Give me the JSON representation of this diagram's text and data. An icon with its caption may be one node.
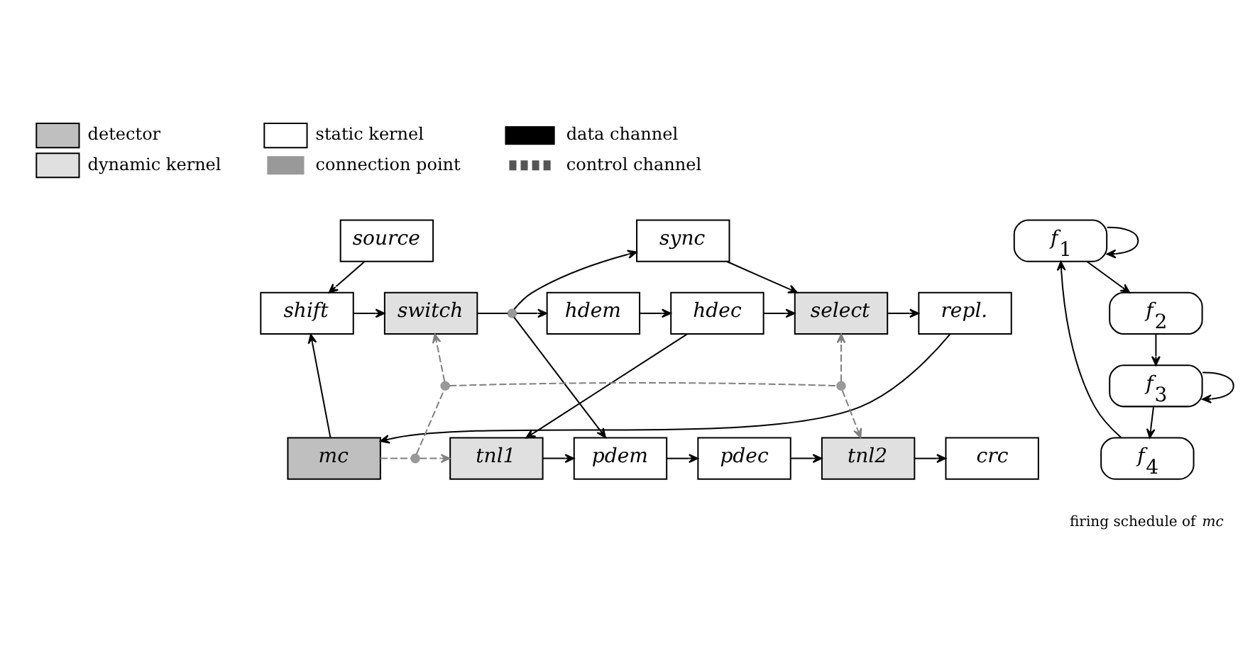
{
  "diagram": {
    "nodes": [
      {
        "text": [
          "source"
        ]
      },
      {
        "text": [
          "shift"
        ]
      },
      {
        "text": [
          "switch"
        ]
      },
      {
        "text": [
          "sync"
        ]
      },
      {
        "text": [
          "hdem"
        ]
      },
      {
        "text": [
          "hdec"
        ]
      },
      {
        "text": [
          "select"
        ]
      },
      {
        "text": [
          "repl."
        ]
      },
      {
        "text": [
          "mc"
        ]
      },
      {
        "text": [
          "tnl1"
        ]
      },
      {
        "text": [
          "pdem"
        ]
      },
      {
        "text": [
          "pdec"
        ]
      },
      {
        "text": [
          "tnl2"
        ]
      },
      {
        "text": [
          "crc"
        ]
      },
      {
        "text": [
          "f$_{1}$"
        ]
      },
      {
        "text": [
          "f$_{2}$"
        ]
      },
      {
        "text": [
          "f$_{3}$"
        ]
      },
      {
        "text": [
          "f$_{4}$"
        ],
        "beside": [
          "firing schedule of *mc*"
        ]
      },
      {
        "text": [],
        "shape": "circle"
      },
      {
        "text": [],
        "shape": "circle"
      },
      {
        "text": [],
        "shape": "circle"
      },
      {
        "text": [],
        "shape": "circle"
      }
    ],
    "edges": [
      {
        "from": 0,
        "to": 1,
        "arrow": "to"
      },
      {
        "from": 8,
        "to": 1,
        "arrow": "to"
      },
      {
        "from": 1,
        "to": 2,
        "arrow": "to"
      },
      {
        "from": 2,
        "to": 18,
        "arrow": "none"
      },
      {
        "from": 18,
        "to": 3,
        "arrow": "to"
      },
      {
        "from": 18,
        "to": 4,
        "arrow": "to"
      },
      {
        "from": 18,
        "to": 10,
        "arrow": "to"
      },
      {
        "from": 3,
        "to": 6,
        "arrow": "to"
      },
      {
        "from": 4,
        "to": 5,
        "arrow": "to"
      },
      {
        "from": 5,
        "to": 6,
        "arrow": "to"
      },
      {
        "from": 5,
        "to": 9,
        "arrow": "to"
      },
      {
        "from": 6,
        "to": 7,
        "arrow": "to"
      },
      {
        "from": 7,
        "to": 8,
        "arrow": "to"
      },
      {
        "from": 9,
        "to": 10,
        "arrow": "to"
      },
      {
        "from": 10,
        "to": 11,
        "arrow": "to"
      },
      {
        "from": 11,
        "to": 12,
        "arrow": "to"
      },
      {
        "from": 12,
        "to": 13,
        "arrow": "to"
      },
      {
        "from": 8,
        "to": 19,
        "arrow": "none",
        "style": "dashed",
        "color": "#808080"
      },
      {
        "from": 19,
        "to": 9,
        "arrow": "to",
        "style": "dashed",
        "color": "#808080"
      },
      {
        "from": 19,
        "to": 20,
        "arrow": "none",
        "style": "dashed",
        "color": "#808080"
      },
      {
        "from": 20,
        "to": 2,
        "arrow": "to",
        "style": "dashed",
        "color": "#808080"
      },
      {
        "from": 20,
        "to": 21,
        "arrow": "none",
        "style": "dashed",
        "color": "#808080"
      },
      {
        "from": 21,
        "to": 6,
        "arrow": "to",
        "style": "dashed",
        "color": "#808080"
      },
      {
        "from": 21,
        "to": 12,
        "arrow": "to",
        "style": "dashed",
        "color": "#808080"
      },
      {
        "from": 14,
        "to": 14,
        "arrow": "to"
      },
      {
        "from": 14,
        "to": 15,
        "arrow": "to"
      },
      {
        "from": 15,
        "to": 16,
        "arrow": "to"
      },
      {
        "from": 16,
        "to": 16,
        "arrow": "to"
      },
      {
        "from": 16,
        "to": 17,
        "arrow": "to"
      },
      {
        "from": 17,
        "to": 14,
        "arrow": "to"
      }
    ],
    "legend": [
      {
        "text": "detector",
        "color": "#bfbfbf"
      },
      {
        "text": "static kernel",
        "color": "#ffffff"
      },
      {
        "text": "data channel"
      },
      {
        "text": "dynamic kernel",
        "color": "#e0e0e0"
      },
      {
        "text": "connection point"
      },
      {
        "text": "control channel"
      }
    ]
  }
}
